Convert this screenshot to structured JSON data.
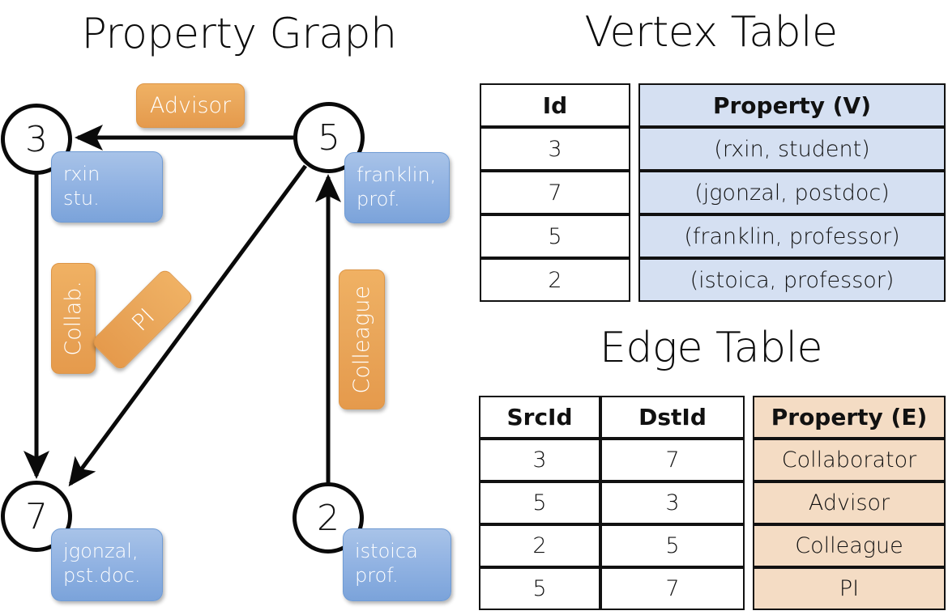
{
  "titles": {
    "property_graph": "Property Graph",
    "vertex_table": "Vertex Table",
    "edge_table": "Edge Table"
  },
  "graph": {
    "nodes": [
      {
        "id": "3",
        "property_line1": "rxin",
        "property_line2": "stu."
      },
      {
        "id": "5",
        "property_line1": "franklin,",
        "property_line2": "prof."
      },
      {
        "id": "7",
        "property_line1": "jgonzal,",
        "property_line2": "pst.doc."
      },
      {
        "id": "2",
        "property_line1": "istoica",
        "property_line2": "prof."
      }
    ],
    "edge_labels": {
      "advisor": "Advisor",
      "collab": "Collab.",
      "pi": "PI",
      "colleague": "Colleague"
    }
  },
  "vertex_table": {
    "headers": [
      "Id",
      "Property (V)"
    ],
    "rows": [
      {
        "id": "3",
        "property": "(rxin, student)"
      },
      {
        "id": "7",
        "property": "(jgonzal, postdoc)"
      },
      {
        "id": "5",
        "property": "(franklin, professor)"
      },
      {
        "id": "2",
        "property": "(istoica, professor)"
      }
    ]
  },
  "edge_table": {
    "headers": [
      "SrcId",
      "DstId",
      "Property (E)"
    ],
    "rows": [
      {
        "src": "3",
        "dst": "7",
        "property": "Collaborator"
      },
      {
        "src": "5",
        "dst": "3",
        "property": "Advisor"
      },
      {
        "src": "2",
        "dst": "5",
        "property": "Colleague"
      },
      {
        "src": "5",
        "dst": "7",
        "property": "PI"
      }
    ]
  },
  "colors": {
    "vertex_property_fill": "#d5e0f2",
    "edge_property_fill": "#f4dcc4",
    "node_box_blue": "#7ba3da",
    "edge_label_orange": "#eaa85c",
    "stroke": "#0a0a0a"
  }
}
